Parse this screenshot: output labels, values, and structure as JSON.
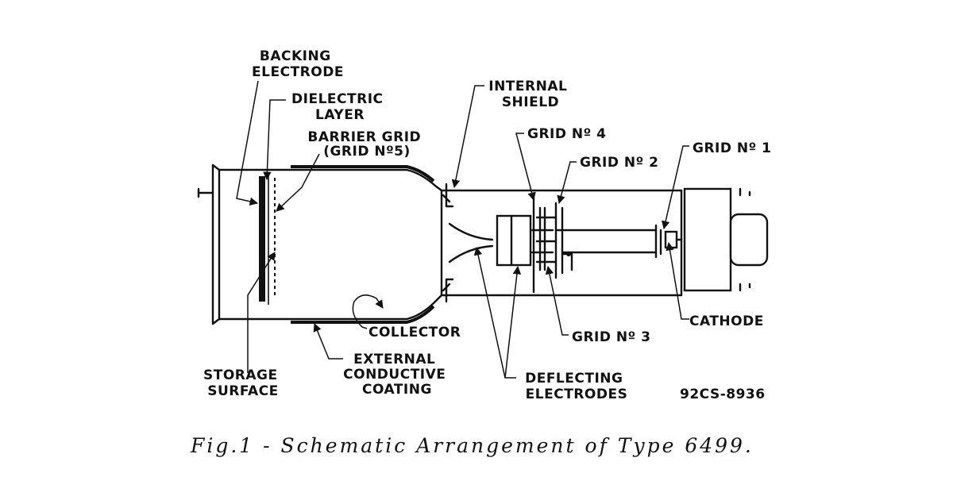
{
  "labels": {
    "backing_electrode": [
      "BACKING",
      "ELECTRODE"
    ],
    "dielectric_layer": [
      "DIELECTRIC",
      "LAYER"
    ],
    "barrier_grid": [
      "BARRIER GRID",
      "(GRID Nº5)"
    ],
    "internal_shield": [
      "INTERNAL",
      "SHIELD"
    ],
    "grid4": "GRID Nº 4",
    "grid2": "GRID Nº 2",
    "grid1": "GRID Nº 1",
    "cathode": "CATHODE",
    "grid3": "GRID Nº 3",
    "collector": "COLLECTOR",
    "external_coating": [
      "EXTERNAL",
      "CONDUCTIVE",
      "COATING"
    ],
    "deflecting_electrodes": [
      "DEFLECTING",
      "ELECTRODES"
    ],
    "storage_surface": [
      "STORAGE",
      "SURFACE"
    ],
    "drawing_number": "92CS-8936"
  },
  "caption": "Fig.1 - Schematic Arrangement of Type 6499."
}
